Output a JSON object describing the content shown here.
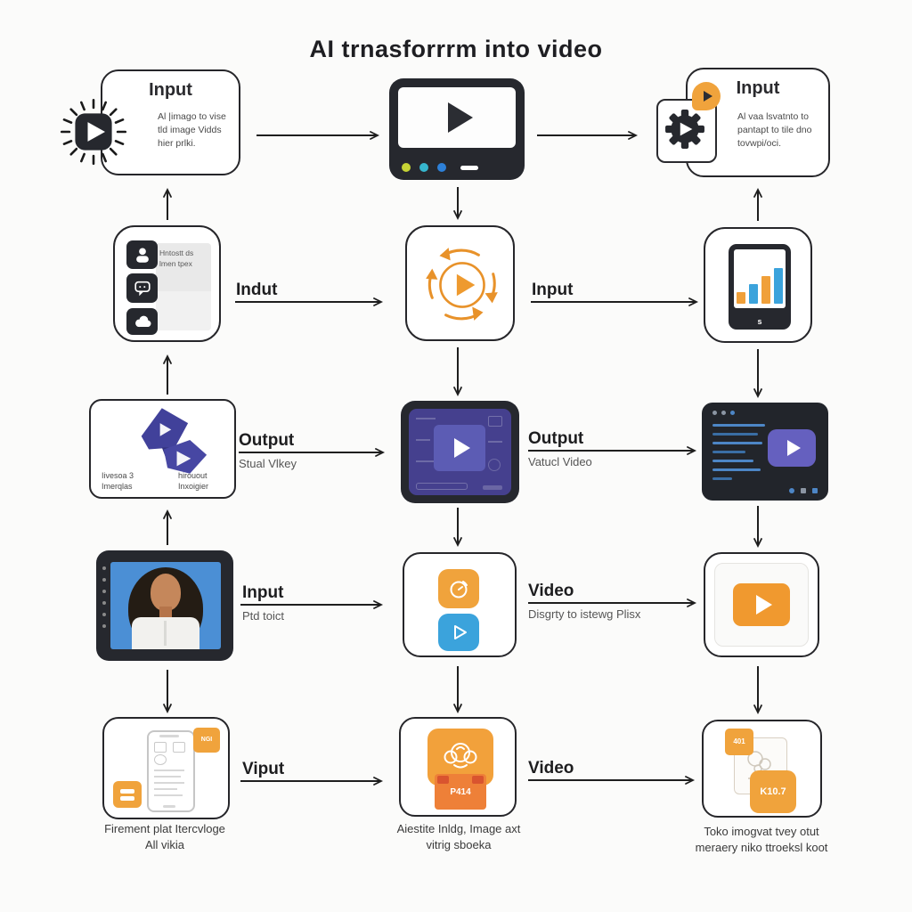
{
  "title": "AI trnasforrrm into video",
  "colors": {
    "accent_orange": "#F0A33C",
    "accent_blue": "#3BA3DC",
    "accent_purple": "#5D5DB5",
    "indigo_shape": "#41419A",
    "dark": "#26282E",
    "arrow": "#1E1E1E"
  },
  "nodes": {
    "input_left": {
      "title": "Input",
      "body": [
        "Al |imago to vise",
        "tld image Vidds",
        "hier prlki."
      ]
    },
    "input_right": {
      "title": "Input",
      "body": [
        "Al vaa lsvatnto to",
        "pantapt to tile dno",
        "tovwpi/oci."
      ]
    },
    "icon_stack": {
      "panel": [
        "Hntostt ds",
        "lmen tpex"
      ]
    },
    "chart_tablet": {
      "dock_label": "s"
    },
    "purple_shapes": {
      "caption_left": [
        "Iivesoa 3",
        "Imerqlas"
      ],
      "caption_right": [
        "hirouout",
        "Inxoigier"
      ]
    },
    "phone_card": {
      "badge": "NGI",
      "caption": [
        "Firement plat Itercvloge",
        "All vikia"
      ]
    },
    "cloud_printer": {
      "tray": "P414",
      "caption": [
        "Aiestite Inldg, Image axt",
        "vitrig sboeka"
      ]
    },
    "orange_tags": {
      "badge_small": "401",
      "badge_large": "K10.7",
      "caption": [
        "Toko imogvat tvey otut",
        "meraery niko ttroeksl koot"
      ]
    }
  },
  "arrows": {
    "row2_left": {
      "label": "Indut"
    },
    "row2_right": {
      "label": "Input"
    },
    "row3_left": {
      "label": "Output",
      "sub": "Stual Vlkey"
    },
    "row3_right": {
      "label": "Output",
      "sub": "Vatucl Video"
    },
    "row4_left": {
      "label": "Input",
      "sub": "Ptd toict"
    },
    "row4_right": {
      "label": "Video",
      "sub": "Disgrty to istewg Plisx"
    },
    "row5_left": {
      "label": "Viput"
    },
    "row5_right": {
      "label": "Video"
    }
  }
}
